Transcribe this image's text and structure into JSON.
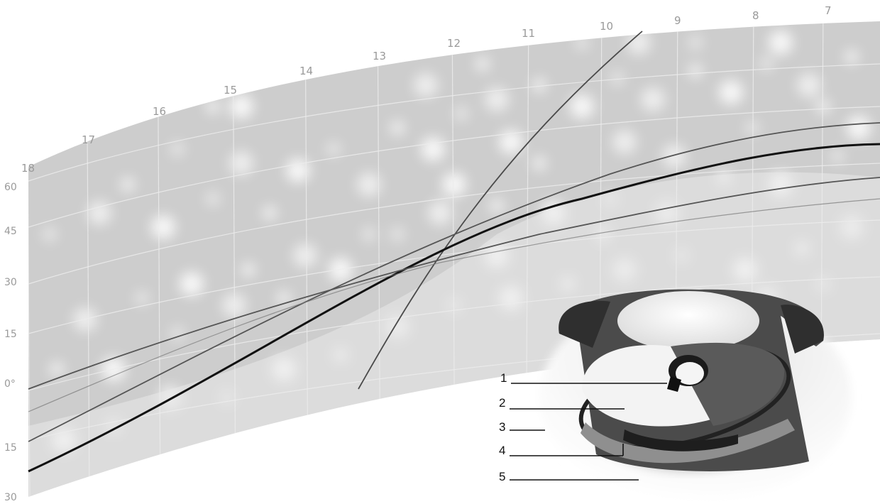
{
  "hour_labels": [
    "18",
    "17",
    "16",
    "15",
    "14",
    "13",
    "12",
    "11",
    "10",
    "9",
    "8",
    "7"
  ],
  "dec_labels": [
    "60",
    "45",
    "30",
    "15",
    "0°",
    "15",
    "30"
  ],
  "callouts": [
    "1",
    "2",
    "3",
    "4",
    "5"
  ],
  "curves": [
    {
      "name": "steep-curve",
      "color": "#4a4a4a"
    },
    {
      "name": "main-curve",
      "color": "#111111"
    },
    {
      "name": "upper-curve",
      "color": "#555555"
    },
    {
      "name": "lower-curve",
      "color": "#555555"
    }
  ],
  "colors": {
    "sky_band": "#cfcfcf",
    "sky_star": "#ffffff",
    "grid": "#e8e8e8",
    "label": "#9a9a9a",
    "instrument_dark": "#3a3a3a",
    "instrument_mid": "#8a8a8a",
    "instrument_light": "#f2f2f2"
  }
}
